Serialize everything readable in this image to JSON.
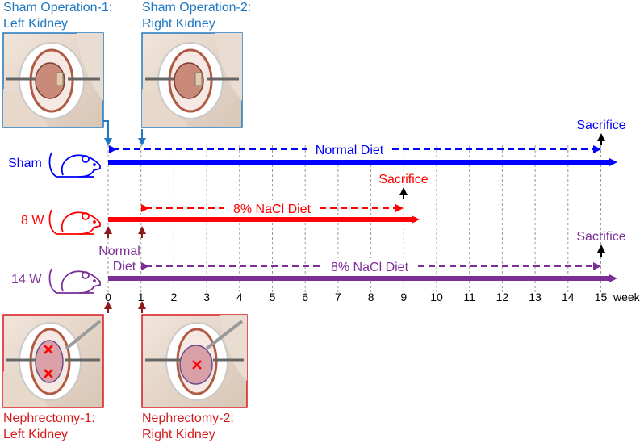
{
  "labels": {
    "sham_op1_line1": "Sham Operation-1:",
    "sham_op1_line2": "Left Kidney",
    "sham_op2_line1": "Sham Operation-2:",
    "sham_op2_line2": "Right Kidney",
    "nephr1_line1": "Nephrectomy-1:",
    "nephr1_line2": "Left Kidney",
    "nephr2_line1": "Nephrectomy-2:",
    "nephr2_line2": "Right Kidney"
  },
  "groups": [
    {
      "name": "Sham",
      "diet": "Normal Diet",
      "sacrifice": "Sacrifice",
      "color": "#0000ff"
    },
    {
      "name": "8 W",
      "diet": "8% NaCl Diet",
      "sacrifice": "Sacrifice",
      "color": "#ff0000"
    },
    {
      "name": "14 W",
      "diet": "8% NaCl Diet",
      "sacrifice": "Sacrifice",
      "color": "#7b2e96",
      "pre_diet_line1": "Normal",
      "pre_diet_line2": "Diet"
    }
  ],
  "axis": {
    "ticks": [
      "0",
      "1",
      "2",
      "3",
      "4",
      "5",
      "6",
      "7",
      "8",
      "9",
      "10",
      "11",
      "12",
      "13",
      "14",
      "15"
    ],
    "unit": "week"
  },
  "colors": {
    "sham_label": "#1f78c1",
    "nephr_label": "#d7191c",
    "grid": "#9a9a9a"
  },
  "icons": {
    "rat": "rat-outline-icon",
    "kidney": "kidney-illustration-icon",
    "excision": "red-x-icon"
  }
}
